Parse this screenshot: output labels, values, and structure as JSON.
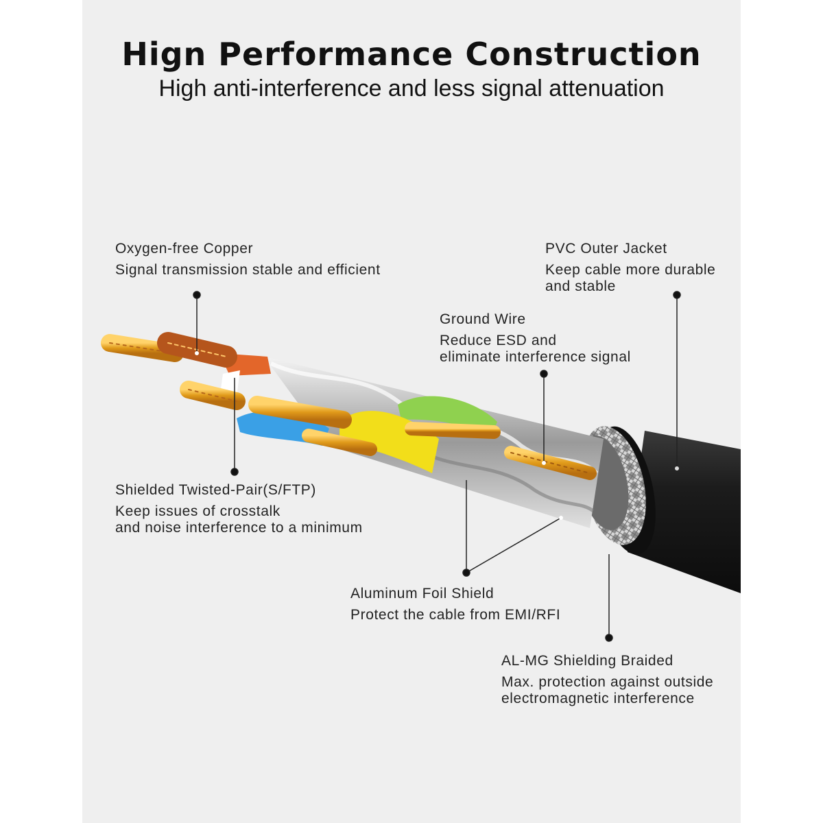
{
  "header": {
    "title": "Hign Performance Construction",
    "subtitle": "High anti-interference and less signal attenuation"
  },
  "callouts": {
    "copper": {
      "name": "Oxygen-free Copper",
      "desc": [
        "Signal transmission stable and efficient"
      ]
    },
    "jacket": {
      "name": "PVC Outer Jacket",
      "desc": [
        "Keep cable more durable",
        "and stable"
      ]
    },
    "ground": {
      "name": "Ground Wire",
      "desc": [
        "Reduce ESD and",
        "eliminate interference signal"
      ]
    },
    "sftp": {
      "name": "Shielded Twisted-Pair(S/FTP)",
      "desc": [
        "Keep issues of crosstalk",
        "and noise interference to a minimum"
      ]
    },
    "foil": {
      "name": "Aluminum Foil Shield",
      "desc": [
        "Protect the cable from EMI/RFI"
      ]
    },
    "braid": {
      "name": "AL-MG Shielding Braided",
      "desc": [
        "Max. protection against outside",
        "electromagnetic interference"
      ]
    }
  },
  "colors": {
    "background": "#efefef",
    "jacket": "#1c1c1c",
    "foil": "#c9c9c9",
    "copper": "#e8a31c",
    "pair_orange": "#e3662a",
    "pair_blue": "#3aa0e6",
    "pair_green": "#8fd14f",
    "pair_yellow": "#f2de1a"
  }
}
